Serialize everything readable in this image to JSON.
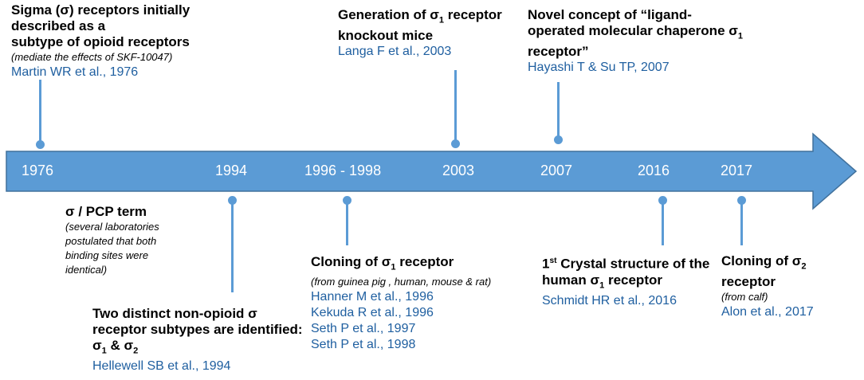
{
  "years": [
    "1976",
    "1994",
    "1996 - 1998",
    "2003",
    "2007",
    "2016",
    "2017"
  ],
  "events": {
    "e1976": {
      "title_line1": "Sigma (σ) receptors initially described as a",
      "title_line2": "subtype of opioid receptors",
      "note": "(mediate the effects of SKF-10047)",
      "refs": [
        "Martin WR et al., 1976"
      ]
    },
    "e1994a": {
      "title": "σ / PCP term",
      "note_lines": [
        "(several laboratories",
        "postulated that both",
        "binding sites were",
        "identical)"
      ]
    },
    "e1994b": {
      "title_line1": "Two distinct non-opioid σ",
      "title_line2": "receptor subtypes are identified:",
      "title_line3": "σ1 & σ2",
      "refs": [
        "Hellewell SB et al., 1994"
      ]
    },
    "e1996": {
      "title": "Cloning of σ1 receptor",
      "note": "(from guinea pig , human, mouse & rat)",
      "refs": [
        "Hanner M et al., 1996",
        "Kekuda R et al., 1996",
        "Seth P et al., 1997",
        "Seth P et al., 1998"
      ]
    },
    "e2003": {
      "title_line1": "Generation of σ1 receptor",
      "title_line2": "knockout mice",
      "refs": [
        "Langa F et al., 2003"
      ]
    },
    "e2007": {
      "title_line1": "Novel concept of  “ligand-",
      "title_line2": "operated molecular chaperone  σ1",
      "title_line3": "receptor”",
      "refs": [
        "Hayashi T & Su TP, 2007"
      ]
    },
    "e2016": {
      "title_line1": "1st Crystal structure of the",
      "title_line2": "human σ1 receptor",
      "refs": [
        "Schmidt HR et al.,  2016"
      ]
    },
    "e2017": {
      "title": "Cloning of σ2 receptor",
      "note": "(from calf)",
      "refs": [
        "Alon et al., 2017"
      ]
    }
  },
  "colors": {
    "arrow_fill": "#5b9bd5",
    "arrow_stroke": "#41719c",
    "ref_text": "#1f5fa0"
  }
}
